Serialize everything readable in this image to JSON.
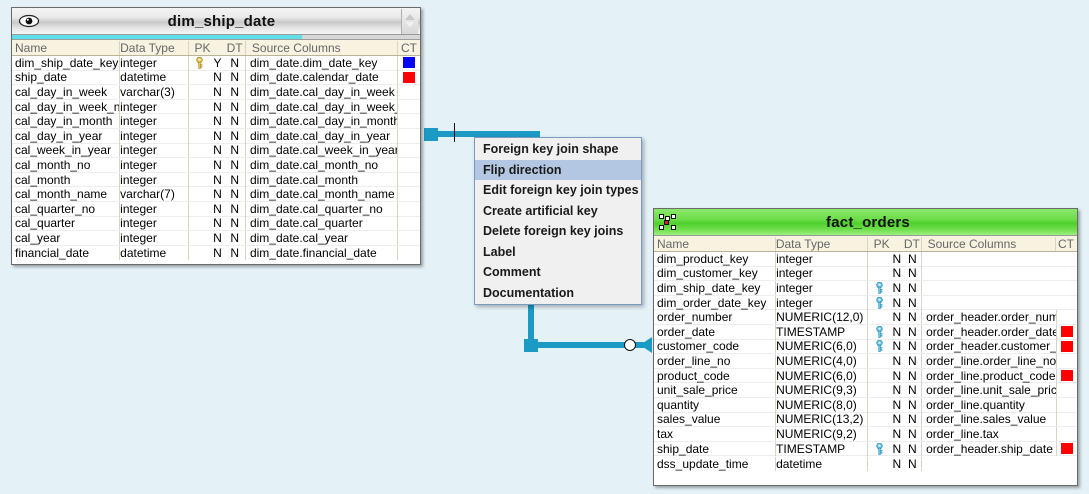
{
  "canvas": {
    "background_color": "#e4f2f8",
    "accent_color": "#1b9ac4"
  },
  "entities": [
    {
      "id": "dim_ship_date",
      "title": "dim_ship_date",
      "title_style": "silver",
      "icon": "eye-icon",
      "spinner_up": "triangle-up-icon",
      "spinner_down": "triangle-down-icon",
      "progress_percent": 71,
      "columns": [
        "Name",
        "Data Type",
        "PK",
        "DT",
        "Source Columns",
        "CT"
      ],
      "rows": [
        {
          "name": "dim_ship_date_key",
          "type": "integer",
          "key": "gold",
          "pk": "Y",
          "dt": "N",
          "src": "dim_date.dim_date_key",
          "ct": "#0000ff"
        },
        {
          "name": "ship_date",
          "type": "datetime",
          "key": "",
          "pk": "N",
          "dt": "N",
          "src": "dim_date.calendar_date",
          "ct": "#fe0000"
        },
        {
          "name": "cal_day_in_week",
          "type": "varchar(3)",
          "key": "",
          "pk": "N",
          "dt": "N",
          "src": "dim_date.cal_day_in_week",
          "ct": ""
        },
        {
          "name": "cal_day_in_week_no",
          "type": "integer",
          "key": "",
          "pk": "N",
          "dt": "N",
          "src": "dim_date.cal_day_in_week_no",
          "ct": ""
        },
        {
          "name": "cal_day_in_month",
          "type": "integer",
          "key": "",
          "pk": "N",
          "dt": "N",
          "src": "dim_date.cal_day_in_month",
          "ct": ""
        },
        {
          "name": "cal_day_in_year",
          "type": "integer",
          "key": "",
          "pk": "N",
          "dt": "N",
          "src": "dim_date.cal_day_in_year",
          "ct": ""
        },
        {
          "name": "cal_week_in_year",
          "type": "integer",
          "key": "",
          "pk": "N",
          "dt": "N",
          "src": "dim_date.cal_week_in_year",
          "ct": ""
        },
        {
          "name": "cal_month_no",
          "type": "integer",
          "key": "",
          "pk": "N",
          "dt": "N",
          "src": "dim_date.cal_month_no",
          "ct": ""
        },
        {
          "name": "cal_month",
          "type": "integer",
          "key": "",
          "pk": "N",
          "dt": "N",
          "src": "dim_date.cal_month",
          "ct": ""
        },
        {
          "name": "cal_month_name",
          "type": "varchar(7)",
          "key": "",
          "pk": "N",
          "dt": "N",
          "src": "dim_date.cal_month_name",
          "ct": ""
        },
        {
          "name": "cal_quarter_no",
          "type": "integer",
          "key": "",
          "pk": "N",
          "dt": "N",
          "src": "dim_date.cal_quarter_no",
          "ct": ""
        },
        {
          "name": "cal_quarter",
          "type": "integer",
          "key": "",
          "pk": "N",
          "dt": "N",
          "src": "dim_date.cal_quarter",
          "ct": ""
        },
        {
          "name": "cal_year",
          "type": "integer",
          "key": "",
          "pk": "N",
          "dt": "N",
          "src": "dim_date.cal_year",
          "ct": ""
        },
        {
          "name": "financial_date",
          "type": "datetime",
          "key": "",
          "pk": "N",
          "dt": "N",
          "src": "dim_date.financial_date",
          "ct": ""
        }
      ]
    },
    {
      "id": "fact_orders",
      "title": "fact_orders",
      "title_style": "green",
      "icon": "grid-selection-icon",
      "columns": [
        "Name",
        "Data Type",
        "PK",
        "DT",
        "Source Columns",
        "CT"
      ],
      "rows": [
        {
          "name": "dim_product_key",
          "type": "integer",
          "key": "",
          "pk": "N",
          "dt": "N",
          "src": "",
          "ct": ""
        },
        {
          "name": "dim_customer_key",
          "type": "integer",
          "key": "",
          "pk": "N",
          "dt": "N",
          "src": "",
          "ct": ""
        },
        {
          "name": "dim_ship_date_key",
          "type": "integer",
          "key": "blue",
          "pk": "N",
          "dt": "N",
          "src": "",
          "ct": ""
        },
        {
          "name": "dim_order_date_key",
          "type": "integer",
          "key": "blue",
          "pk": "N",
          "dt": "N",
          "src": "",
          "ct": ""
        },
        {
          "name": "order_number",
          "type": "NUMERIC(12,0)",
          "key": "",
          "pk": "N",
          "dt": "N",
          "src": "order_header.order_number",
          "ct": ""
        },
        {
          "name": "order_date",
          "type": "TIMESTAMP",
          "key": "blue",
          "pk": "N",
          "dt": "N",
          "src": "order_header.order_date",
          "ct": "#fe0000"
        },
        {
          "name": "customer_code",
          "type": "NUMERIC(6,0)",
          "key": "blue",
          "pk": "N",
          "dt": "N",
          "src": "order_header.customer_code",
          "ct": "#fe0000"
        },
        {
          "name": "order_line_no",
          "type": "NUMERIC(4,0)",
          "key": "",
          "pk": "N",
          "dt": "N",
          "src": "order_line.order_line_no",
          "ct": ""
        },
        {
          "name": "product_code",
          "type": "NUMERIC(6,0)",
          "key": "",
          "pk": "N",
          "dt": "N",
          "src": "order_line.product_code",
          "ct": "#fe0000"
        },
        {
          "name": "unit_sale_price",
          "type": "NUMERIC(9,3)",
          "key": "",
          "pk": "N",
          "dt": "N",
          "src": "order_line.unit_sale_price",
          "ct": ""
        },
        {
          "name": "quantity",
          "type": "NUMERIC(8,0)",
          "key": "",
          "pk": "N",
          "dt": "N",
          "src": "order_line.quantity",
          "ct": ""
        },
        {
          "name": "sales_value",
          "type": "NUMERIC(13,2)",
          "key": "",
          "pk": "N",
          "dt": "N",
          "src": "order_line.sales_value",
          "ct": ""
        },
        {
          "name": "tax",
          "type": "NUMERIC(9,2)",
          "key": "",
          "pk": "N",
          "dt": "N",
          "src": "order_line.tax",
          "ct": ""
        },
        {
          "name": "ship_date",
          "type": "TIMESTAMP",
          "key": "blue",
          "pk": "N",
          "dt": "N",
          "src": "order_header.ship_date",
          "ct": "#fe0000"
        },
        {
          "name": "dss_update_time",
          "type": "datetime",
          "key": "",
          "pk": "N",
          "dt": "N",
          "src": "",
          "ct": ""
        }
      ]
    }
  ],
  "context_menu": {
    "items": [
      {
        "label": "Foreign key join shape",
        "selected": false
      },
      {
        "label": "Flip direction",
        "selected": true
      },
      {
        "label": "Edit foreign key join types",
        "selected": false
      },
      {
        "label": "Create artificial key",
        "selected": false
      },
      {
        "label": "Delete foreign key joins",
        "selected": false
      },
      {
        "label": "Label",
        "selected": false
      },
      {
        "label": "Comment",
        "selected": false
      },
      {
        "label": "Documentation",
        "selected": false
      }
    ]
  }
}
